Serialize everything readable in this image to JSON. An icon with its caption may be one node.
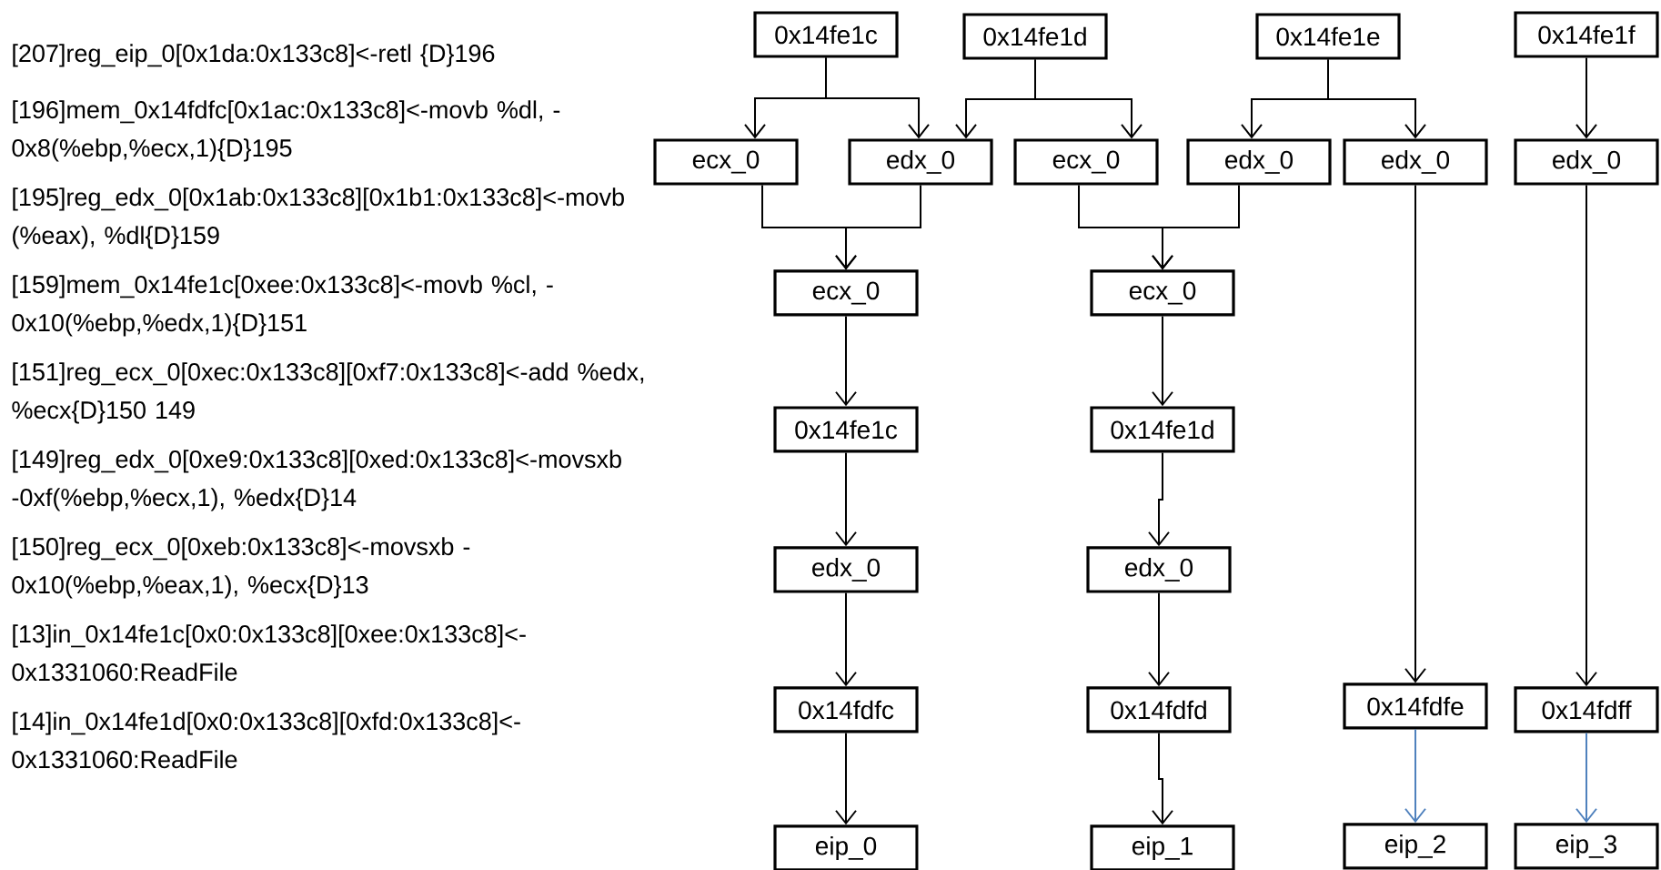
{
  "diagram": {
    "nodes": [
      {
        "text": [
          "0x14fe1c"
        ]
      },
      {
        "text": [
          "0x14fe1d"
        ]
      },
      {
        "text": [
          "0x14fe1e"
        ]
      },
      {
        "text": [
          "0x14fe1f"
        ]
      },
      {
        "text": [
          "ecx_0"
        ]
      },
      {
        "text": [
          "edx_0"
        ]
      },
      {
        "text": [
          "ecx_0"
        ]
      },
      {
        "text": [
          "edx_0"
        ]
      },
      {
        "text": [
          "edx_0"
        ]
      },
      {
        "text": [
          "edx_0"
        ]
      },
      {
        "text": [
          "ecx_0"
        ]
      },
      {
        "text": [
          "ecx_0"
        ]
      },
      {
        "text": [
          "0x14fe1c"
        ]
      },
      {
        "text": [
          "0x14fe1d"
        ]
      },
      {
        "text": [
          "edx_0"
        ]
      },
      {
        "text": [
          "edx_0"
        ]
      },
      {
        "text": [
          "0x14fdfc"
        ]
      },
      {
        "text": [
          "0x14fdfd"
        ]
      },
      {
        "text": [
          "0x14fdfe"
        ]
      },
      {
        "text": [
          "0x14fdff"
        ]
      },
      {
        "text": [
          "eip_0"
        ]
      },
      {
        "text": [
          "eip_1"
        ]
      },
      {
        "text": [
          "eip_2"
        ]
      },
      {
        "text": [
          "eip_3"
        ]
      }
    ],
    "edges": [
      {
        "from": 0,
        "to": 4,
        "arrow": "to"
      },
      {
        "from": 0,
        "to": 5,
        "arrow": "to"
      },
      {
        "from": 1,
        "to": 5,
        "arrow": "to"
      },
      {
        "from": 1,
        "to": 6,
        "arrow": "to"
      },
      {
        "from": 2,
        "to": 7,
        "arrow": "to"
      },
      {
        "from": 2,
        "to": 8,
        "arrow": "to"
      },
      {
        "from": 3,
        "to": 9,
        "arrow": "to"
      },
      {
        "from": 4,
        "to": 10,
        "arrow": "to"
      },
      {
        "from": 5,
        "to": 10,
        "arrow": "to"
      },
      {
        "from": 6,
        "to": 11,
        "arrow": "to"
      },
      {
        "from": 7,
        "to": 11,
        "arrow": "to"
      },
      {
        "from": 8,
        "to": 18,
        "arrow": "to"
      },
      {
        "from": 9,
        "to": 19,
        "arrow": "to"
      },
      {
        "from": 10,
        "to": 12,
        "arrow": "to"
      },
      {
        "from": 11,
        "to": 13,
        "arrow": "to"
      },
      {
        "from": 12,
        "to": 14,
        "arrow": "to"
      },
      {
        "from": 13,
        "to": 15,
        "arrow": "to"
      },
      {
        "from": 14,
        "to": 16,
        "arrow": "to"
      },
      {
        "from": 15,
        "to": 17,
        "arrow": "to"
      },
      {
        "from": 16,
        "to": 20,
        "arrow": "to"
      },
      {
        "from": 17,
        "to": 21,
        "arrow": "to"
      },
      {
        "from": 18,
        "to": 22,
        "arrow": "to",
        "color": "#4f81bd"
      },
      {
        "from": 19,
        "to": 23,
        "arrow": "to",
        "color": "#4f81bd"
      }
    ],
    "labels": [
      "[207]reg_eip_0[0x1da:0x133c8]<-retl {D}196",
      "[196]mem_0x14fdfc[0x1ac:0x133c8]<-movb %dl, -0x8(%ebp,%ecx,1){D}195",
      "[195]reg_edx_0[0x1ab:0x133c8][0x1b1:0x133c8]<-movb (%eax), %dl{D}159",
      "[159]mem_0x14fe1c[0xee:0x133c8]<-movb %cl, -0x10(%ebp,%edx,1){D}151",
      "[151]reg_ecx_0[0xec:0x133c8][0xf7:0x133c8]<-add %edx, %ecx{D}150 149",
      "[149]reg_edx_0[0xe9:0x133c8][0xed:0x133c8]<-movsxb -0xf(%ebp,%ecx,1), %edx{D}14",
      "[150]reg_ecx_0[0xeb:0x133c8]<-movsxb -0x10(%ebp,%eax,1), %ecx{D}13",
      "[13]in_0x14fe1c[0x0:0x133c8][0xee:0x133c8]<-0x1331060:ReadFile",
      "[14]in_0x14fe1d[0x0:0x133c8][0xfd:0x133c8]<-0x1331060:ReadFile"
    ]
  }
}
